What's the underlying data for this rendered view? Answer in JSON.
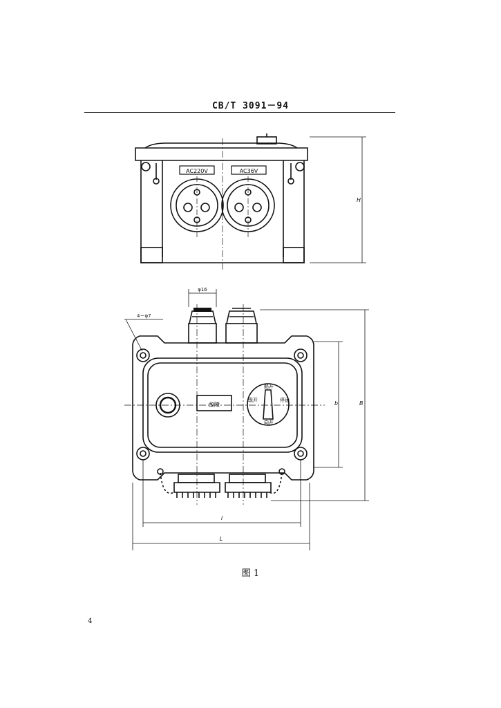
{
  "document": {
    "standard_code": "CB/T 3091－94",
    "figure_caption": "图 1",
    "page_number": "4"
  },
  "front_view": {
    "left_socket_label": "AC220V",
    "right_socket_label": "AC36V",
    "dim_height": "H"
  },
  "top_view": {
    "dim_cable_dia": "φ16",
    "dim_holes": "4－φ7",
    "fault_label": "故障",
    "switch_up": "船开",
    "switch_left": "现开",
    "switch_right": "停运",
    "switch_down": "向开",
    "dim_b": "b",
    "dim_b_total": "B",
    "dim_l": "l",
    "dim_L": "L"
  },
  "colors": {
    "ink": "#111111",
    "paper": "#ffffff"
  }
}
